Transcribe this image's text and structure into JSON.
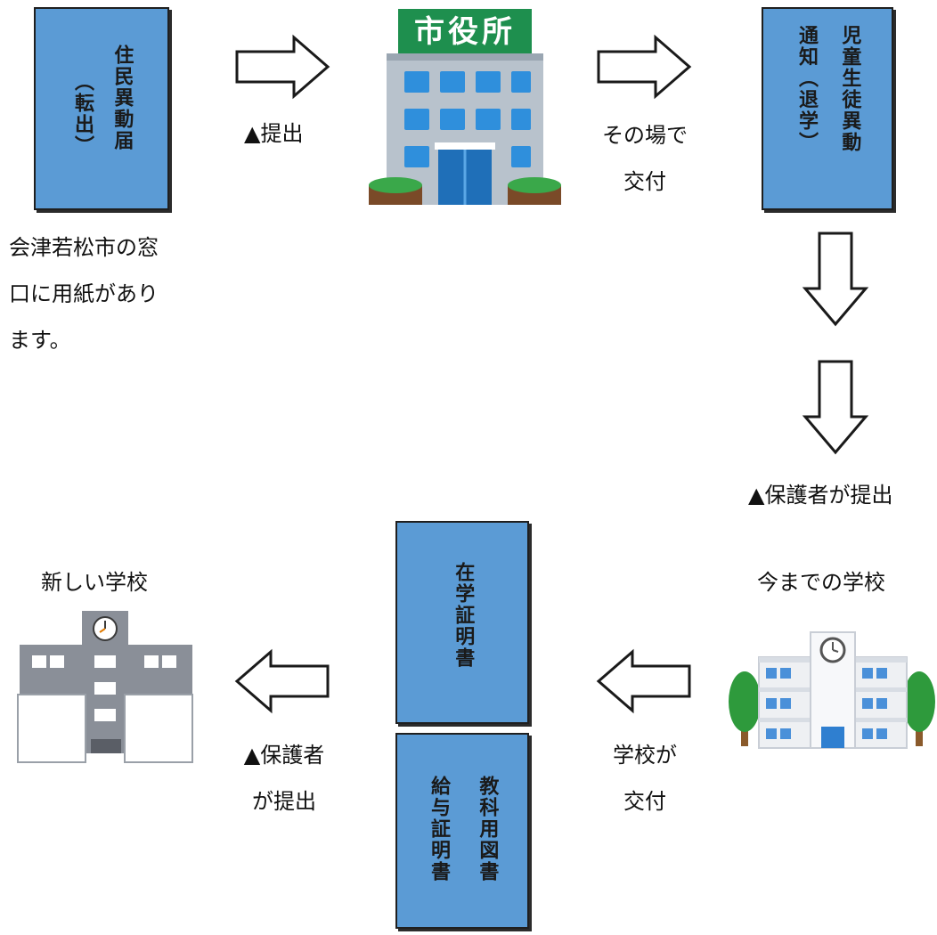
{
  "documents": {
    "moving_notice": {
      "line1": "住民異動届",
      "line2": "（転出）"
    },
    "transfer_notice": {
      "line1": "児童生徒異動",
      "line2": "通知（退学）"
    },
    "enrollment_cert": {
      "line1": "在学証明書"
    },
    "textbook_cert": {
      "line1": "教科用図書",
      "line2": "給与証明書"
    }
  },
  "labels": {
    "window_note": [
      "会津若松市の窓",
      "口に用紙があり",
      "ます。"
    ],
    "submit": "▲提出",
    "issue_on_site": [
      "その場で",
      "交付"
    ],
    "guardian_submits": "▲保護者が提出",
    "current_school": "今までの学校",
    "new_school": "新しい学校",
    "school_issues": [
      "学校が",
      "交付"
    ],
    "guardian_submits_split": [
      "▲保護者",
      "が提出"
    ]
  },
  "city_hall": {
    "sign": "市役所"
  },
  "colors": {
    "document_blue": "#5b9bd5",
    "sign_green": "#1e8f4e",
    "window_blue": "#2f8fdc",
    "tree_green": "#2e9a3c"
  },
  "icons": {
    "arrow_right": "arrow-right-icon",
    "arrow_down": "arrow-down-icon",
    "arrow_left": "arrow-left-icon"
  }
}
